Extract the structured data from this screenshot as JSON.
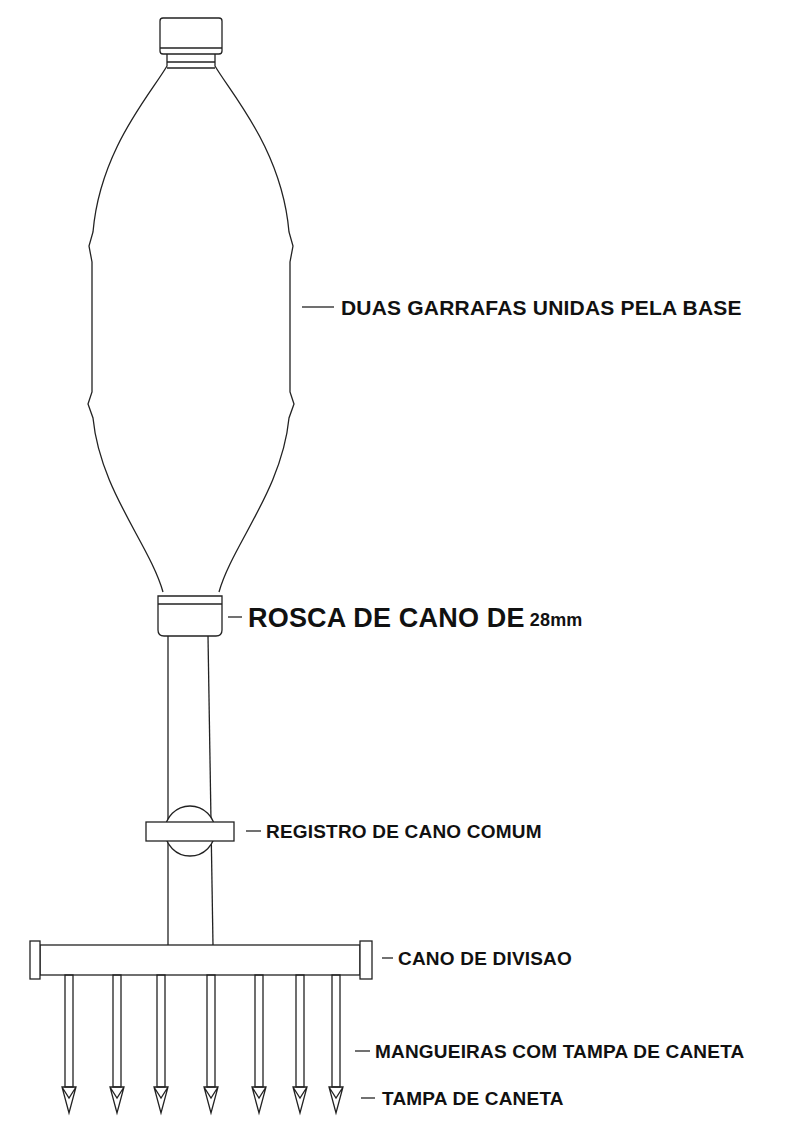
{
  "diagram": {
    "labels": [
      "DUAS GARRAFAS UNIDAS PELA BASE",
      "ROSCA DE CANO DE",
      "28mm",
      "REGISTRO DE CANO COMUM",
      "CANO DE DIVISAO",
      "MANGUEIRAS COM TAMPA DE CANETA",
      "TAMPA DE CANETA"
    ]
  }
}
